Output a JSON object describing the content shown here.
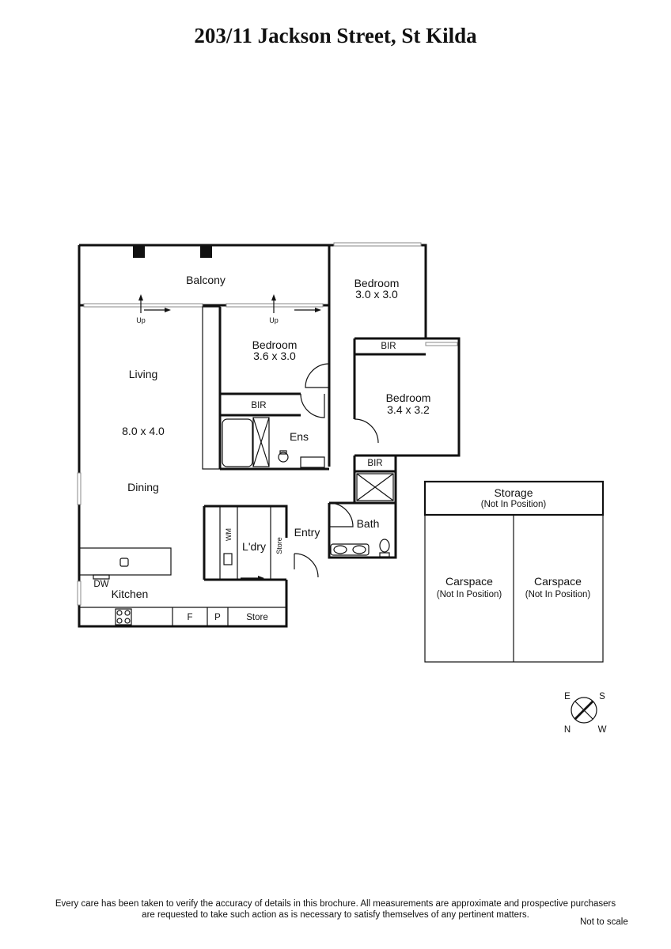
{
  "title": "203/11 Jackson Street, St Kilda",
  "rooms": {
    "balcony": "Balcony",
    "bedroom1": {
      "name": "Bedroom",
      "size": "3.0 x 3.0"
    },
    "bedroom2": {
      "name": "Bedroom",
      "size": "3.6 x 3.0"
    },
    "bedroom3": {
      "name": "Bedroom",
      "size": "3.4 x 3.2"
    },
    "living": "Living",
    "living_size": "8.0 x 4.0",
    "dining": "Dining",
    "kitchen": "Kitchen",
    "ens": "Ens",
    "bath": "Bath",
    "entry": "Entry",
    "laundry": "L'dry",
    "bir": "BIR",
    "wm": "WM",
    "store": "Store",
    "dw": "DW",
    "fridge": "F",
    "pantry": "P",
    "up": "Up"
  },
  "storage": {
    "name": "Storage",
    "note": "(Not In Position)"
  },
  "carspace": {
    "name": "Carspace",
    "note": "(Not In Position)"
  },
  "compass": {
    "e": "E",
    "s": "S",
    "n": "N",
    "w": "W"
  },
  "disclaimer": {
    "line1": "Every care has been taken to verify the accuracy of details in this brochure.  All measurements are approximate and prospective purchasers",
    "line2": "are requested to take such action as is necessary to satisfy themselves of any pertinent matters."
  },
  "not_to_scale": "Not to scale"
}
